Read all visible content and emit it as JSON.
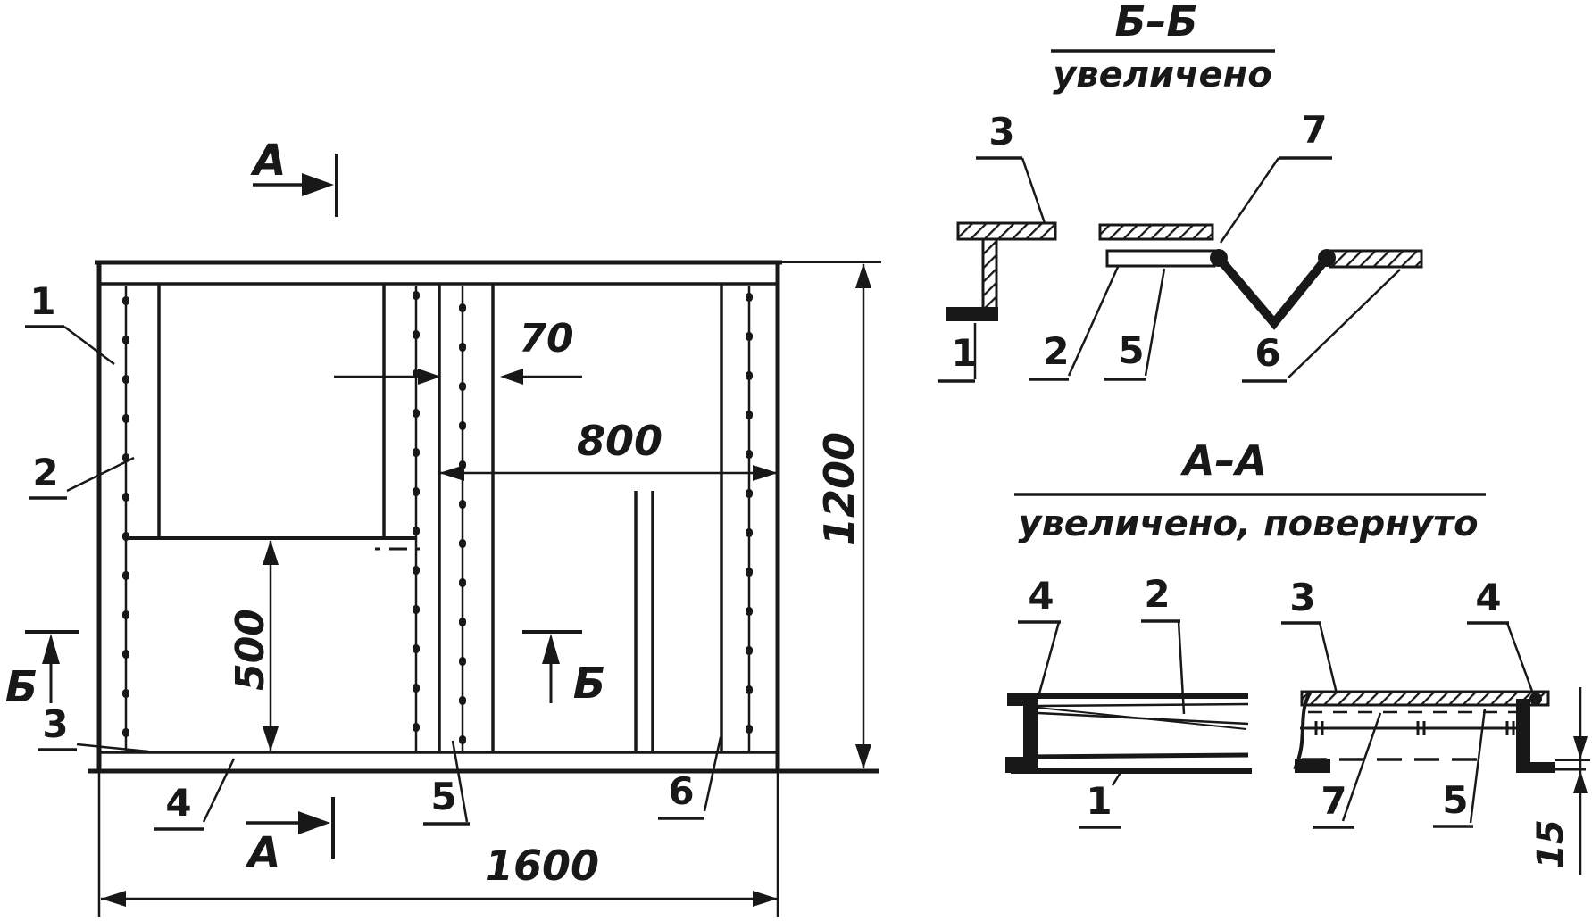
{
  "colors": {
    "ink": "#181818",
    "paper": "#ffffff"
  },
  "main_view": {
    "dim_width": "1600",
    "dim_height": "1200",
    "dim_opening": "800",
    "dim_panel": "500",
    "dim_gap": "70",
    "mark_a": "А",
    "mark_b": "Б",
    "labels": {
      "p1": "1",
      "p2": "2",
      "p3": "3",
      "p4": "4",
      "p5": "5",
      "p6": "6"
    }
  },
  "section_bb": {
    "title": "Б–Б",
    "subtitle": "увеличено",
    "labels": {
      "p1": "1",
      "p2": "2",
      "p3": "3",
      "p5": "5",
      "p6": "6",
      "p7": "7"
    }
  },
  "section_aa": {
    "title": "А–А",
    "subtitle": "увеличено, повернуто",
    "dim_flange": "15",
    "labels": {
      "p1": "1",
      "p2": "2",
      "p3": "3",
      "p4": "4",
      "p5": "5",
      "p7": "7"
    }
  }
}
